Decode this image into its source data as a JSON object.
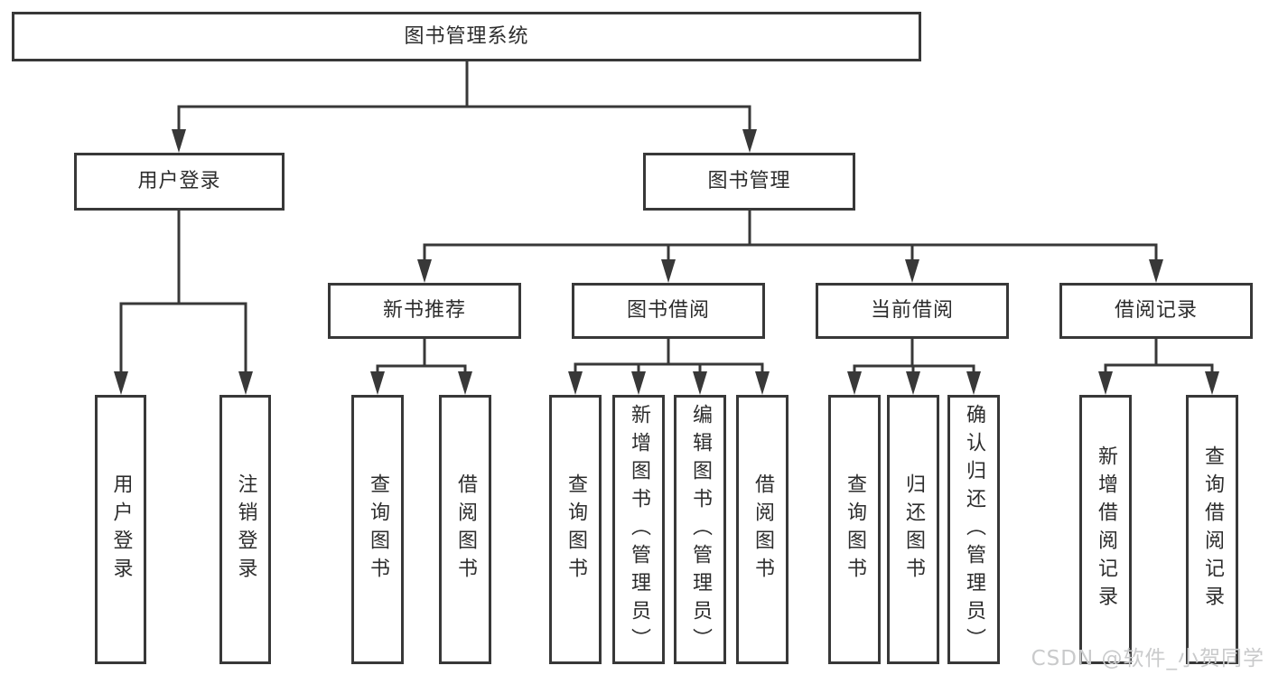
{
  "diagram": {
    "root": "图书管理系统",
    "level2": [
      {
        "label": "用户登录",
        "children": [
          {
            "label": "用户登录"
          },
          {
            "label": "注销登录"
          }
        ]
      },
      {
        "label": "图书管理",
        "children": [
          {
            "label": "新书推荐",
            "children": [
              {
                "label": "查询图书"
              },
              {
                "label": "借阅图书"
              }
            ]
          },
          {
            "label": "图书借阅",
            "children": [
              {
                "label": "查询图书"
              },
              {
                "label": "新增图书（管理员）"
              },
              {
                "label": "编辑图书（管理员）"
              },
              {
                "label": "借阅图书"
              }
            ]
          },
          {
            "label": "当前借阅",
            "children": [
              {
                "label": "查询图书"
              },
              {
                "label": "归还图书"
              },
              {
                "label": "确认归还（管理员）"
              }
            ]
          },
          {
            "label": "借阅记录",
            "children": [
              {
                "label": "新增借阅记录"
              },
              {
                "label": "查询借阅记录"
              }
            ]
          }
        ]
      }
    ]
  },
  "watermark": {
    "text": "CSDN @软件_小贺同学"
  },
  "colors": {
    "line": "#383838",
    "node_border": "#383838",
    "node_text": "#2d2d2d",
    "watermark_text": "#c9cacb",
    "background": "#ffffff"
  }
}
